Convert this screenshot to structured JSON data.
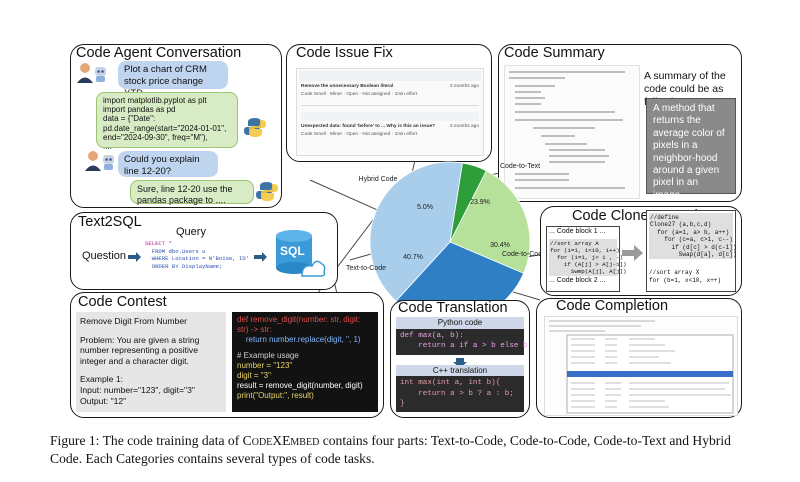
{
  "agent": {
    "title": "Code Agent Conversation",
    "msg1": "Plot a chart of CRM stock price change YTD.",
    "code": "import matplotlib.pyplot as plt\nimport pandas as pd\ndata = {\"Date\":\npd.date_range(start=\"2024-01-01\",\nend=\"2024-09-30\", freq=\"M\"),\n....",
    "msg2": "Could you explain line 12-20?",
    "msg3": "Sure, line 12-20 use the pandas package to ...."
  },
  "issue": {
    "title": "Code Issue Fix",
    "item1": "Remove the unnecessary Boolean literal",
    "item2": "Unexpected data: found 'before' to ... Why is this an issue?",
    "sub": "Code Smell · Minor · Open · Not assigned · 1min effort",
    "age1": "3 months ago",
    "age2": "3 months ago"
  },
  "summary": {
    "title": "Code Summary",
    "intro": "A summary of the code could be as following:",
    "box": "A method that returns the average color of pixels in a neighbor-hood around a given pixel in an image."
  },
  "text2sql": {
    "title": "Text2SQL",
    "query_label": "Query",
    "question_label": "Question",
    "sql_lines": [
      "SELECT *",
      "  FROM dbo.Users u",
      "  WHERE Location = N'Boise, ID'",
      "  ORDER BY DisplayName;"
    ],
    "db_label": "SQL"
  },
  "clone": {
    "title": "Code Clone Detection",
    "block1": "... Code block 1 ...",
    "block2": "... Code block 2 ...",
    "left_code": "//sort array A\nfor (i=1, i<10, i++)\n  for (i=1, j> 1 , -)\n    if (A[j] > A[j-1])\n      Swmp(A[j], A[j])",
    "right_code1": "//define\nClone27 (a,b,c,d)\n  for (a=1, a> b, a++)\n    for (c=a, c>1, c--)\n      if (d[c] > d(c-1])\n        Swap(d[a], d[c])",
    "right_code2": "//sort array X\nfor (b=1, x<10, x++)"
  },
  "contest": {
    "title": "Code Contest",
    "problem": "Remove Digit From Number",
    "desc": "Problem: You are given a string number representing a positive integer and a character digit.",
    "ex1": "Example 1:",
    "ex_in": "Input: number=\"123\", digit=\"3\"",
    "ex_out": "Output: \"12\"",
    "code_lines": [
      "def remove_digit(number: str, digit:",
      "str) -> str:",
      "    return number.replace(digit, '', 1)",
      "",
      "# Example usage",
      "number = \"123\"",
      "digit = \"3\"",
      "result = remove_digit(number, digit)",
      "print(\"Output:\", result)"
    ]
  },
  "translation": {
    "title": "Code Translation",
    "py_label": "Python code",
    "py_code": "def max(a, b):\n    return a if a > b else b",
    "cpp_label": "C++ translation",
    "cpp_code": "int max(int a, int b){\n    return a > b ? a : b;\n}"
  },
  "completion": {
    "title": "Code Completion"
  },
  "chart_data": {
    "type": "pie",
    "values": [
      23.9,
      30.4,
      40.7,
      5.0
    ],
    "value_labels": [
      "23.9%",
      "30.4%",
      "40.7%",
      "5.0%"
    ],
    "categories": [
      "Code-to-Text",
      "Code-to-Code",
      "Text-to-Code",
      "Hybrid Code"
    ],
    "colors": [
      "#b5e19b",
      "#2f7fc4",
      "#a8ceec",
      "#2e9e3a"
    ]
  },
  "caption": {
    "p1": "Figure 1: The code training data of ",
    "name": "CodeXEmbed",
    "p2": " contains four parts: Text-to-Code, Code-to-Code, Code-to-Text and Hybrid Code. Each Categories contains several types of code tasks."
  }
}
